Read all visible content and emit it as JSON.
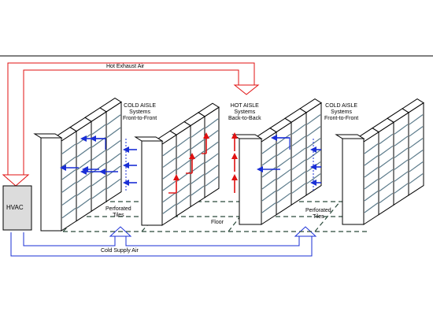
{
  "labels": {
    "hot_exhaust": "Hot Exhaust Air",
    "cold_supply": "Cold Supply Air",
    "hvac": "HVAC",
    "floor": "Floor",
    "perforated_left": "Perforated\nTiles",
    "perforated_right": "Perforated\nTiles",
    "cold_aisle_left": "COLD AISLE\nSystems\nFront-to-Front",
    "hot_aisle": "HOT AISLE\nSystems\nBack-to-Back",
    "cold_aisle_right": "COLD AISLE\nSystems\nFront-to-Front"
  },
  "colors": {
    "hot": "#e01010",
    "cold": "#1a2fd6",
    "rack_fill": "#ffffff",
    "rack_line": "#000000",
    "slot_line": "#5a7a8a",
    "floor_dash": "#2a4a3a",
    "hvac_fill": "#dcdcdc"
  },
  "icons": [
    "hot-air-arrow-icon",
    "cold-air-arrow-icon"
  ]
}
